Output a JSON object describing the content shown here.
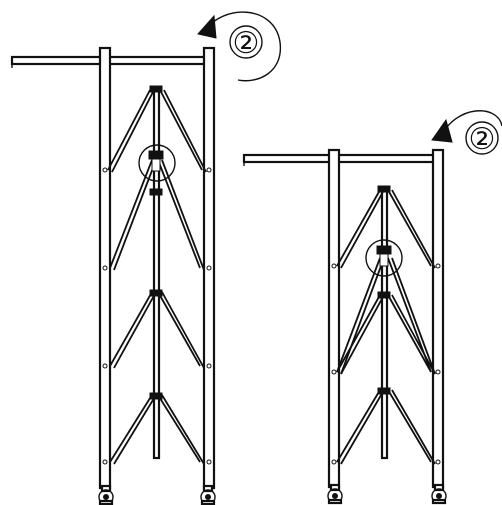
{
  "figure": {
    "callouts": [
      {
        "label": "②",
        "icon": "rotate-arrow-icon"
      },
      {
        "label": "②",
        "icon": "rotate-arrow-icon"
      }
    ],
    "racks": [
      {
        "name": "expanded-rack",
        "wheels": 2
      },
      {
        "name": "collapsed-rack",
        "wheels": 2
      }
    ]
  }
}
